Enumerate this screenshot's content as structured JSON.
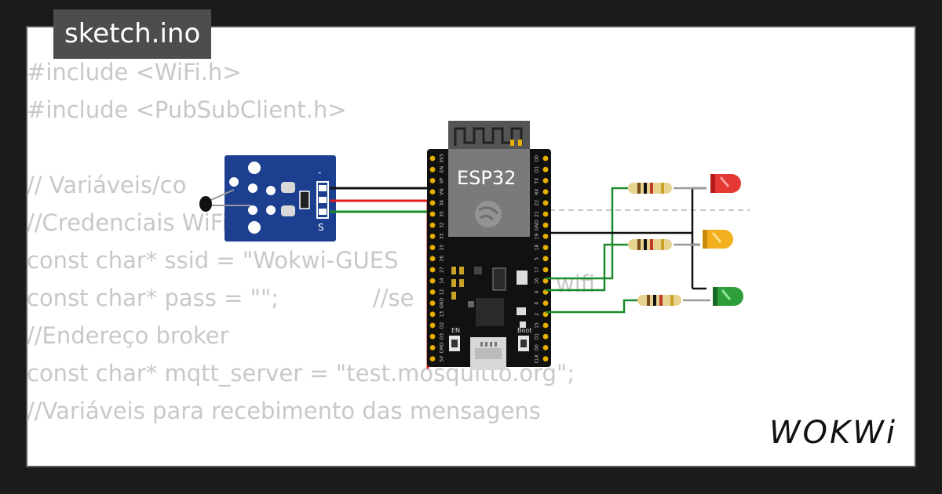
{
  "tab": {
    "title": "sketch.ino"
  },
  "code_lines": [
    "#include <WiFi.h>",
    "#include <PubSubClient.h>",
    "",
    "// Variáveis/co",
    "//Credenciais WiFi",
    "const char* ssid = \"Wokwi-GUES",
    "const char* pass = \"\";             //se",
    "//Endereço broker",
    "const char* mqtt_server = \"test.mosquitto.org\";",
    "//Variáveis para recebimento das mensagens"
  ],
  "code_fragments": {
    "wifi": "wifi"
  },
  "esp32": {
    "label": "ESP32",
    "en_label": "EN",
    "boot_label": "Boot",
    "left_pins": [
      "3V3",
      "EN",
      "VP",
      "VN",
      "34",
      "35",
      "32",
      "33",
      "25",
      "26",
      "27",
      "14",
      "12",
      "GND",
      "13",
      "D2",
      "D3",
      "CMD",
      "5V"
    ],
    "right_pins": [
      "D0",
      "D1",
      "TX",
      "RX",
      "22",
      "21",
      "GND",
      "19",
      "18",
      "5",
      "17",
      "16",
      "4",
      "0",
      "2",
      "15",
      "D1",
      "D0",
      "CLK"
    ]
  },
  "sensor": {
    "label": "S",
    "minus": "-"
  },
  "brand": {
    "logo": "WOKWi"
  },
  "colors": {
    "background": "#1b1b1b",
    "card": "#ffffff",
    "tab": "#4d4d4d",
    "code_text": "#c8c8c8",
    "board": "#111111",
    "sensor_pcb": "#1d3f8f",
    "led_red": "#e53935",
    "led_yellow": "#f2b01e",
    "led_green": "#2e9e3a",
    "wire_red": "#e01b1b",
    "wire_green": "#1a8a2a",
    "wire_black": "#111111"
  }
}
